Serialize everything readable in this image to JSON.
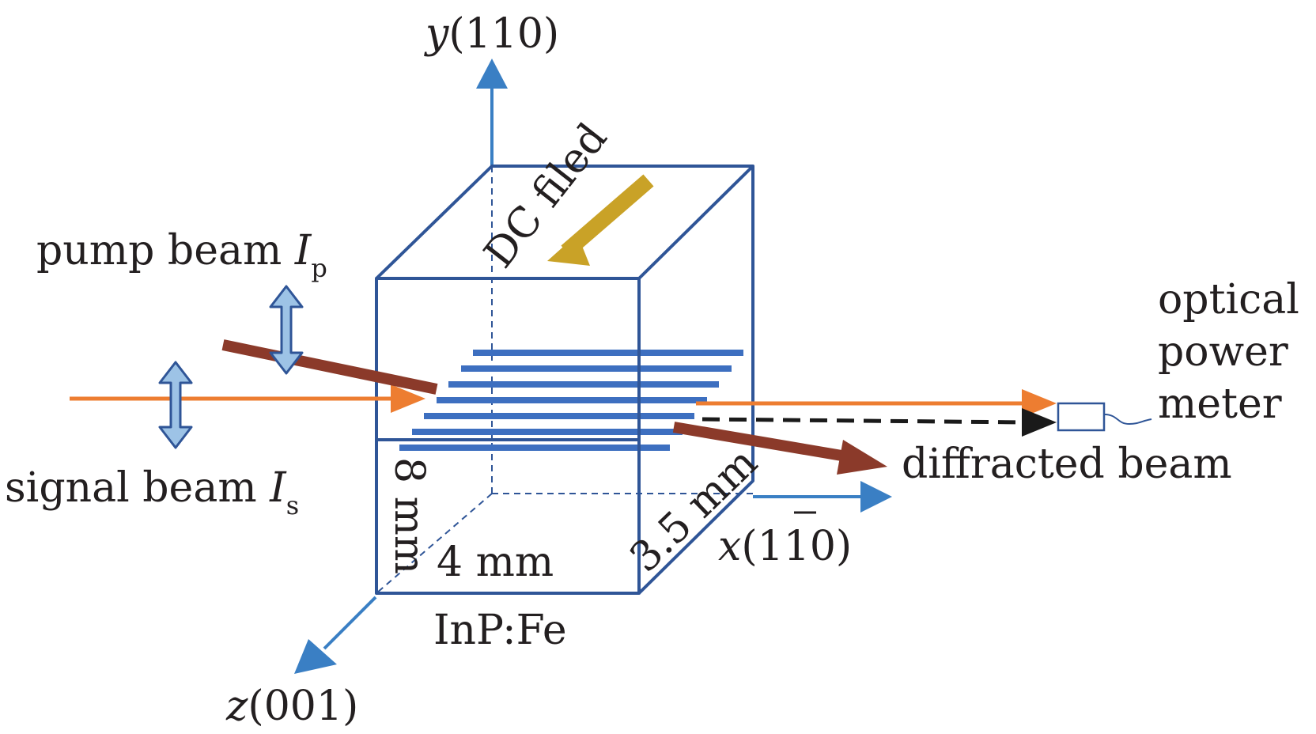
{
  "axes": {
    "y": {
      "var": "y",
      "index": "(110)"
    },
    "x": {
      "var": "x",
      "index_open": "(",
      "index_digits": "1",
      "index_bar_digits": "1",
      "index_close": "0)"
    },
    "z": {
      "var": "z",
      "index": "(001)"
    }
  },
  "crystal": {
    "material": "InP:Fe",
    "dim_height": "8 mm",
    "dim_width": "4 mm",
    "dim_depth": "3.5 mm"
  },
  "field": {
    "label": "DC filed"
  },
  "beams": {
    "pump": {
      "label": "pump beam ",
      "symbol": "I",
      "subscript": "p"
    },
    "signal": {
      "label": "signal beam ",
      "symbol": "I",
      "subscript": "s"
    },
    "diffracted": {
      "label": "diffracted beam"
    }
  },
  "detector": {
    "lines": [
      "optical",
      "power",
      "meter"
    ]
  },
  "colors": {
    "crystal_edge": "#2f5597",
    "axis": "#3a7fc4",
    "signal_beam": "#ed7d31",
    "pump_beam": "#8b3a2a",
    "dc_field": "#c9a227",
    "grating": "#3d6fc0",
    "polarization_fill": "#9dc3e6",
    "diffracted_dashed": "#1a1a1a"
  }
}
